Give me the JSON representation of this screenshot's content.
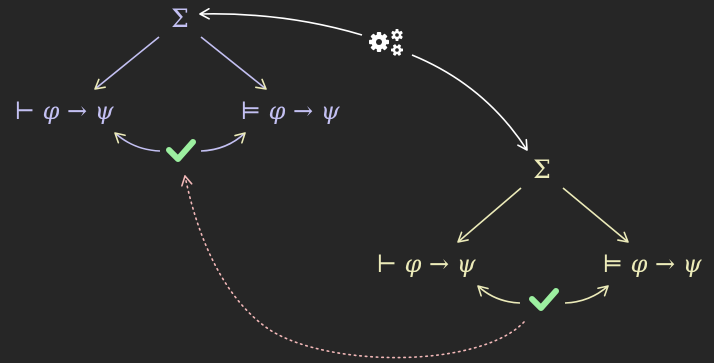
{
  "diagram": {
    "colors": {
      "background": "#262626",
      "top_system": "#c3c0f2",
      "bottom_system": "#ecebb9",
      "bridge_arrow": "#ffffff",
      "check": "#9cf0a0",
      "back_arrow": "#f2b8b8"
    },
    "top_system": {
      "sigma": "Σ",
      "syntactic": "⊢ φ → ψ",
      "semantic": "⊨ φ → ψ",
      "check_icon": "check-icon"
    },
    "bottom_system": {
      "sigma": "Σ",
      "syntactic": "⊢ φ → ψ",
      "semantic": "⊨ φ → ψ",
      "check_icon": "check-icon"
    },
    "bridge": {
      "icon": "gears-icon"
    }
  }
}
